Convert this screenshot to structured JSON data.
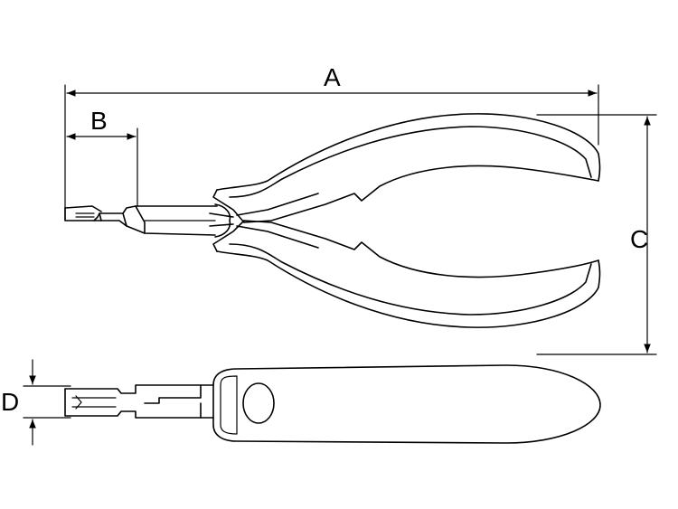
{
  "dimensions": {
    "a": "A",
    "b": "B",
    "c": "C",
    "d": "D"
  },
  "colors": {
    "stroke": "#000000",
    "background": "#ffffff"
  }
}
